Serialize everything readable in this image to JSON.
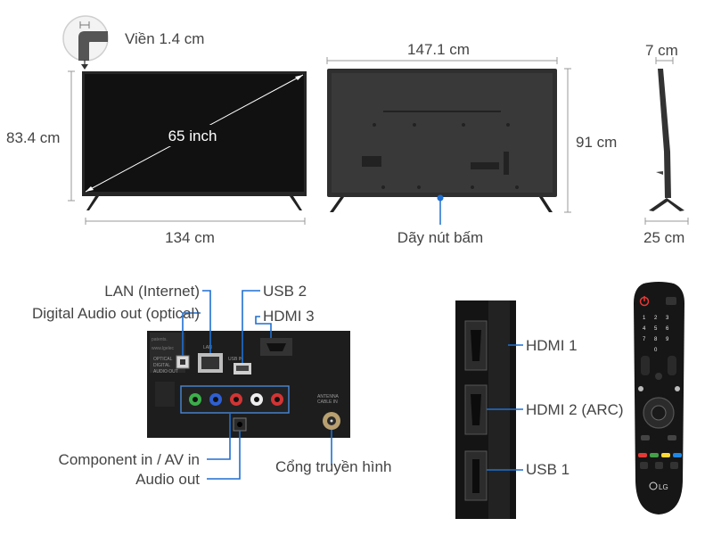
{
  "front": {
    "bezel": "Viền 1.4 cm",
    "diagonal": "65 inch",
    "width": "134 cm",
    "height": "83.4 cm"
  },
  "back": {
    "width": "147.1 cm",
    "height": "91 cm",
    "button_strip": "Dãy nút bấm"
  },
  "side": {
    "thickness": "7 cm",
    "depth": "25 cm"
  },
  "ports": {
    "lan": "LAN (Internet)",
    "usb2": "USB 2",
    "hdmi3": "HDMI 3",
    "digital_audio": "Digital Audio out (optical)",
    "component_av": "Component in / AV in",
    "audio_out": "Audio out",
    "antenna": "Cổng truyền hình"
  },
  "side_ports": {
    "hdmi1": "HDMI 1",
    "hdmi2": "HDMI 2 (ARC)",
    "usb1": "USB 1"
  },
  "remote": {
    "brand": "LG",
    "keys": [
      "1",
      "2",
      "3",
      "4",
      "5",
      "6",
      "7",
      "8",
      "9",
      "0"
    ]
  },
  "colors": {
    "accent": "#1f6fd1",
    "tv_body": "#2b2b2b",
    "panel": "#1c1c1c",
    "power": "#e53935"
  }
}
